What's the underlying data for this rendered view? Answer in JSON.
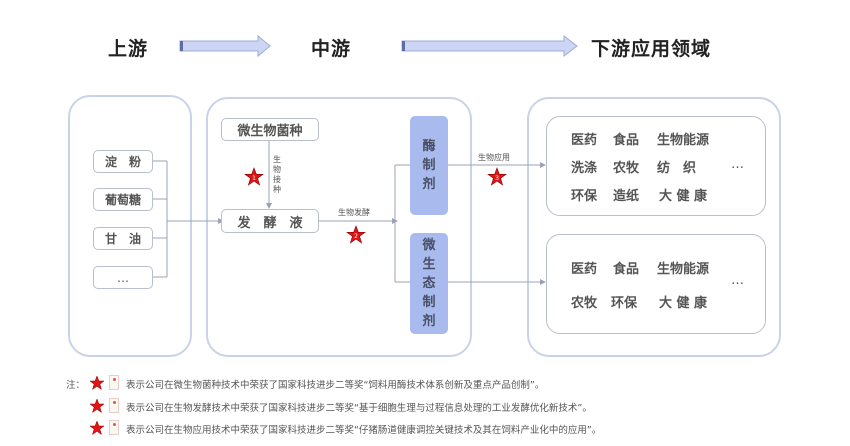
{
  "header": {
    "stages": [
      "上游",
      "中游",
      "下游应用领域"
    ]
  },
  "colors": {
    "panel_border": "#c9d3e8",
    "product_fill": "#a9bbee",
    "arrow_fill": "#cdd5f5",
    "star": "#e01515",
    "line": "#9aa3b5"
  },
  "upstream": {
    "materials": [
      "淀　粉",
      "葡萄糖",
      "甘　油",
      "…"
    ]
  },
  "midstream": {
    "strain": "微生物菌种",
    "inoculation_label": [
      "生",
      "物",
      "接",
      "种"
    ],
    "broth": "发　酵　液",
    "fermentation_label": "生物发酵",
    "products": [
      {
        "name": [
          "酶",
          "制",
          "剂"
        ]
      },
      {
        "name": [
          "微",
          "生",
          "态",
          "制",
          "剂"
        ]
      }
    ]
  },
  "downstream": {
    "application_label": "生物应用",
    "groups": [
      {
        "rows": [
          [
            "医药",
            "食品",
            "生物能源"
          ],
          [
            "洗涤",
            "农牧",
            "纺　织"
          ],
          [
            "环保",
            "造纸",
            "大 健 康"
          ]
        ],
        "more": "…"
      },
      {
        "rows": [
          [
            "医药",
            "食品",
            "生物能源"
          ],
          [
            "农牧",
            "环保",
            "大 健 康"
          ]
        ],
        "more": "…"
      }
    ]
  },
  "stars": [
    "1",
    "2",
    "3"
  ],
  "notes": {
    "prefix": "注：",
    "items": [
      "表示公司在微生物菌种技术中荣获了国家科技进步二等奖“饲料用酶技术体系创新及重点产品创制”。",
      "表示公司在生物发酵技术中荣获了国家科技进步二等奖“基于细胞生理与过程信息处理的工业发酵优化新技术”。",
      "表示公司在生物应用技术中荣获了国家科技进步二等奖“仔猪肠道健康调控关键技术及其在饲料产业化中的应用”。"
    ]
  }
}
